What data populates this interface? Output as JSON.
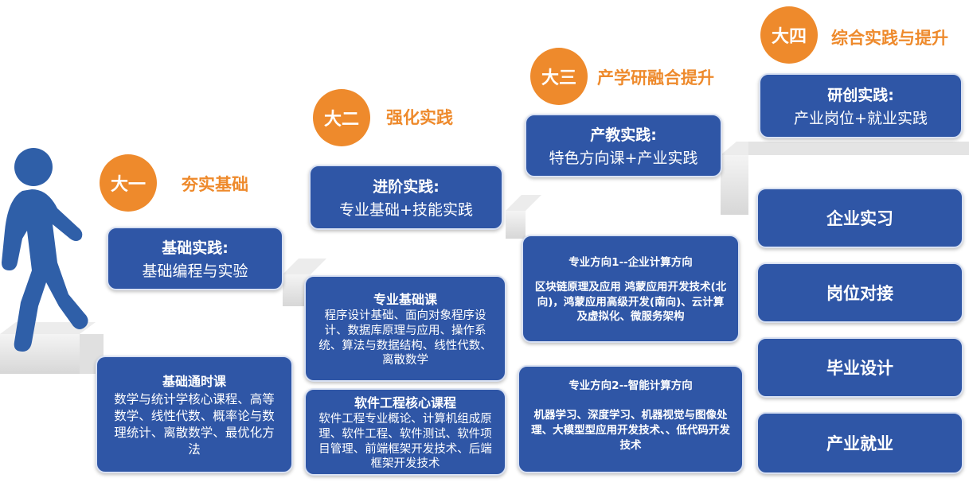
{
  "colors": {
    "accent": "#ee8a2c",
    "box": "#2f56a6",
    "person": "#2f5fa8",
    "stairs": "#e3e3e3"
  },
  "icons": {
    "person": "walking-person-icon"
  },
  "year1": {
    "badge": "大一",
    "title": "夯实基础",
    "practice": {
      "title": "基础实践:",
      "body": "基础编程与实验"
    },
    "course": {
      "title": "基础通时课",
      "body": "数学与统计学核心课程、高等数学、线性代数、概率论与数理统计、离散数学、最优化方法"
    }
  },
  "year2": {
    "badge": "大二",
    "title": "强化实践",
    "practice": {
      "title": "进阶实践:",
      "body": "专业基础+技能实践"
    },
    "course1": {
      "title": "专业基础课",
      "body": "程序设计基础、面向对象程序设计、数据库原理与应用、操作系统、算法与数据结构、线性代数、离散数学"
    },
    "course2": {
      "title": "软件工程核心课程",
      "body": "软件工程专业概论、计算机组成原理、软件工程、软件测试、软件项目管理、前端框架开发技术、后端框架开发技术"
    }
  },
  "year3": {
    "badge": "大三",
    "title": "产学研融合提升",
    "practice": {
      "title": "产教实践:",
      "body": "特色方向课+产业实践"
    },
    "dir1": {
      "title": "专业方向1--企业计算方向",
      "body": "区块链原理及应用 鸿蒙应用开发技术(北向)，鸿蒙应用高级开发(南向)、云计算及虚拟化、微服务架构"
    },
    "dir2": {
      "title": "专业方向2--智能计算方向",
      "body": "机器学习、深度学习、机器视觉与图像处理、大模型型应用开发技术、、低代码开发技术"
    }
  },
  "year4": {
    "badge": "大四",
    "title": "综合实践与提升",
    "practice": {
      "title": "研创实践:",
      "body": "产业岗位+就业实践"
    },
    "items": [
      "企业实习",
      "岗位对接",
      "毕业设计",
      "产业就业"
    ]
  }
}
